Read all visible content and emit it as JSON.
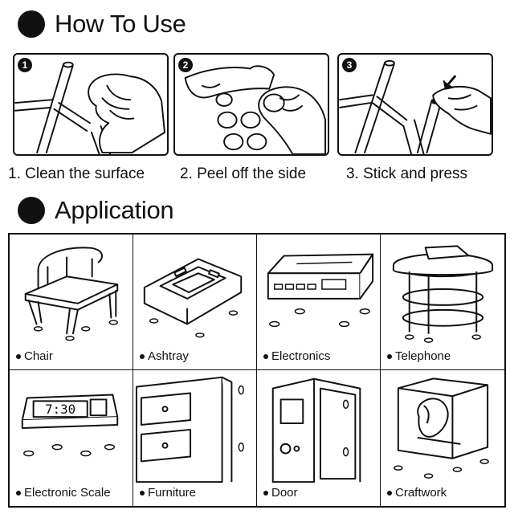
{
  "how_to_use": {
    "title": "How To Use",
    "steps": [
      {
        "number": "1",
        "caption": "1. Clean the surface"
      },
      {
        "number": "2",
        "caption": "2. Peel off the side"
      },
      {
        "number": "3",
        "caption": "3. Stick and press"
      }
    ]
  },
  "application": {
    "title": "Application",
    "items": [
      {
        "label": "Chair"
      },
      {
        "label": "Ashtray"
      },
      {
        "label": "Electronics"
      },
      {
        "label": "Telephone"
      },
      {
        "label": "Electronic Scale"
      },
      {
        "label": "Furniture"
      },
      {
        "label": "Door"
      },
      {
        "label": "Craftwork"
      }
    ],
    "scale_display": "7:30"
  }
}
